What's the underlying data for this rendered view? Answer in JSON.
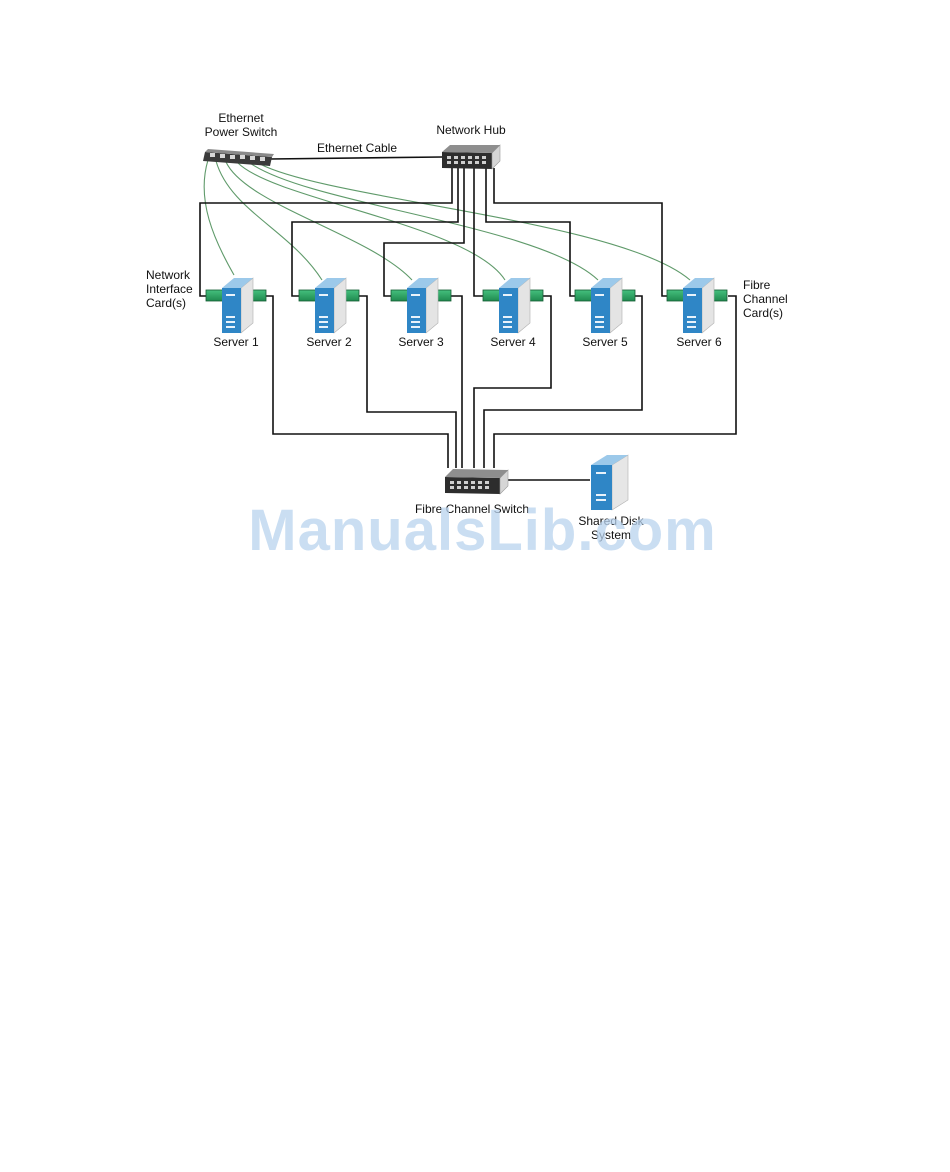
{
  "labels": {
    "power_switch_line1": "Ethernet",
    "power_switch_line2": "Power Switch",
    "network_hub": "Network Hub",
    "ethernet_cable": "Ethernet Cable",
    "nic_line1": "Network",
    "nic_line2": "Interface",
    "nic_line3": "Card(s)",
    "fc_card_line1": "Fibre",
    "fc_card_line2": "Channel",
    "fc_card_line3": "Card(s)",
    "fc_switch": "Fibre Channel Switch",
    "shared_disk_line1": "Shared Disk",
    "shared_disk_line2": "System"
  },
  "servers": [
    {
      "name": "Server 1"
    },
    {
      "name": "Server 2"
    },
    {
      "name": "Server 3"
    },
    {
      "name": "Server 4"
    },
    {
      "name": "Server 5"
    },
    {
      "name": "Server 6"
    }
  ],
  "watermark": "ManualsLib.com",
  "colors": {
    "server_blue": "#2f86c6",
    "server_dark": "#1c5f93",
    "card_green": "#2fa866",
    "power_cable": "#5f9a6a",
    "watermark": "#b9d3ee"
  }
}
